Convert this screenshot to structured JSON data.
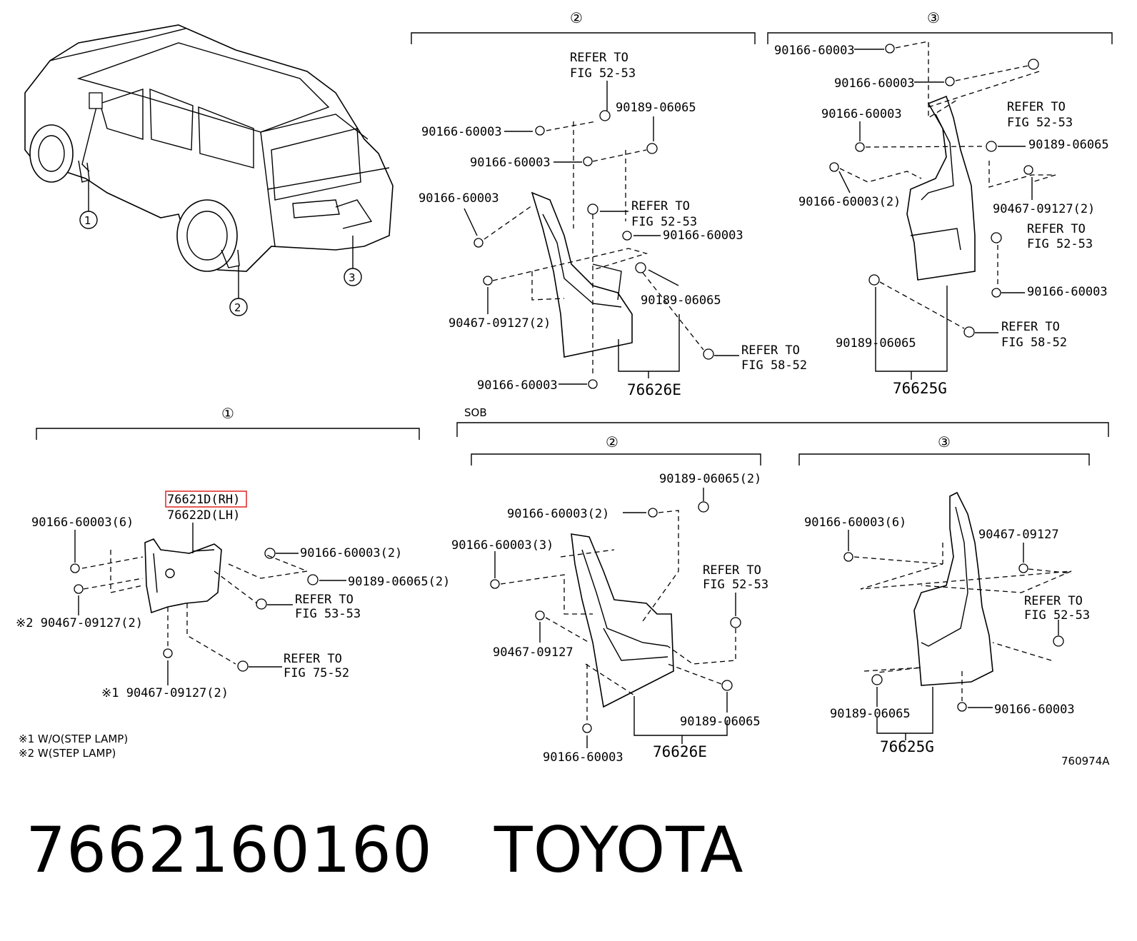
{
  "callouts": {
    "c1": "①",
    "c2": "②",
    "c3": "③"
  },
  "top_section": {
    "refer_fig_52_53_a": [
      "REFER TO",
      "FIG 52-53"
    ],
    "refer_fig_52_53_b": [
      "REFER TO",
      "FIG 52-53"
    ],
    "refer_fig_58_52_a": [
      "REFER TO",
      "FIG 58-52"
    ],
    "refer_fig_52_53_c": [
      "REFER TO",
      "FIG 52-53"
    ],
    "refer_fig_52_53_d": [
      "REFER TO",
      "FIG 52-53"
    ],
    "refer_fig_58_52_b": [
      "REFER TO",
      "FIG 58-52"
    ],
    "p2_labels": {
      "a": "90189-06065",
      "b": "90166-60003",
      "c": "90166-60003",
      "d": "90166-60003",
      "e": "90166-60003",
      "f": "90467-09127(2)",
      "g": "90189-06065",
      "h": "90166-60003",
      "part": "76626E"
    },
    "p3_labels": {
      "a": "90166-60003",
      "b": "90166-60003",
      "c": "90166-60003",
      "d": "90189-06065",
      "e": "90166-60003(2)",
      "f": "90467-09127(2)",
      "g": "90166-60003",
      "h": "90189-06065",
      "part": "76625G"
    }
  },
  "section1": {
    "part_rh": "76621D(RH)",
    "part_lh": "76622D(LH)",
    "l_a": "90166-60003(6)",
    "l_b": "90166-60003(2)",
    "l_c": "90189-06065(2)",
    "l_d": "※2 90467-09127(2)",
    "l_e": "※1 90467-09127(2)",
    "refer_fig_53_53": [
      "REFER TO",
      "FIG 53-53"
    ],
    "refer_fig_75_52": [
      "REFER TO",
      "FIG 75-52"
    ]
  },
  "sob_section": {
    "sob_label": "SOB",
    "p2_labels": {
      "a": "90189-06065(2)",
      "b": "90166-60003(2)",
      "c": "90166-60003(3)",
      "d": "90467-09127",
      "e": "90189-06065",
      "f": "90166-60003",
      "part": "76626E"
    },
    "refer_fig_52_53_e": [
      "REFER TO",
      "FIG 52-53"
    ],
    "p3_labels": {
      "a": "90166-60003(6)",
      "b": "90467-09127",
      "c": "90189-06065",
      "d": "90166-60003",
      "part": "76625G"
    },
    "refer_fig_52_53_f": [
      "REFER TO",
      "FIG 52-53"
    ]
  },
  "notes": {
    "n1": "※1 W/O(STEP LAMP)",
    "n2": "※2 W(STEP LAMP)",
    "diagram_id": "760974A"
  },
  "footer": {
    "part_number": "7662160160",
    "brand": "TOYOTA"
  },
  "colors": {
    "highlight": "#e0312e",
    "ink": "#000000"
  }
}
